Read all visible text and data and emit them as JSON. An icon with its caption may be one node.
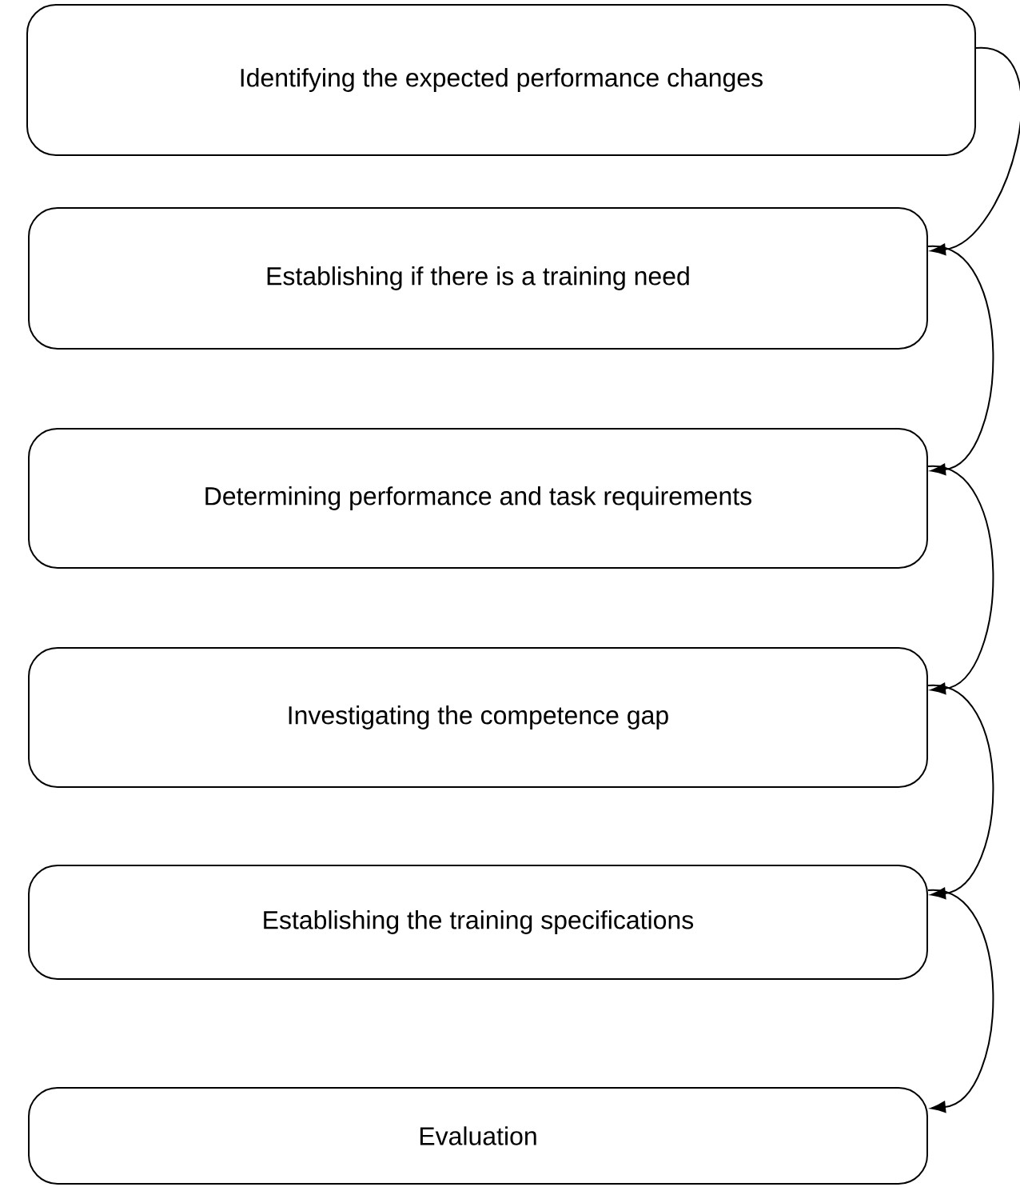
{
  "diagram": {
    "nodes": [
      {
        "text": [
          "Identifying the expected performance changes"
        ]
      },
      {
        "text": [
          "Establishing if there is a training need"
        ]
      },
      {
        "text": [
          "Determining performance and task requirements"
        ]
      },
      {
        "text": [
          "Investigating the competence gap"
        ]
      },
      {
        "text": [
          "Establishing the training specifications"
        ]
      },
      {
        "text": [
          "Evaluation"
        ]
      }
    ],
    "edges": [
      {
        "from": 0,
        "to": 1,
        "arrow": "to"
      },
      {
        "from": 1,
        "to": 2,
        "arrow": "to"
      },
      {
        "from": 2,
        "to": 3,
        "arrow": "to"
      },
      {
        "from": 3,
        "to": 4,
        "arrow": "to"
      },
      {
        "from": 4,
        "to": 5,
        "arrow": "to"
      }
    ]
  }
}
